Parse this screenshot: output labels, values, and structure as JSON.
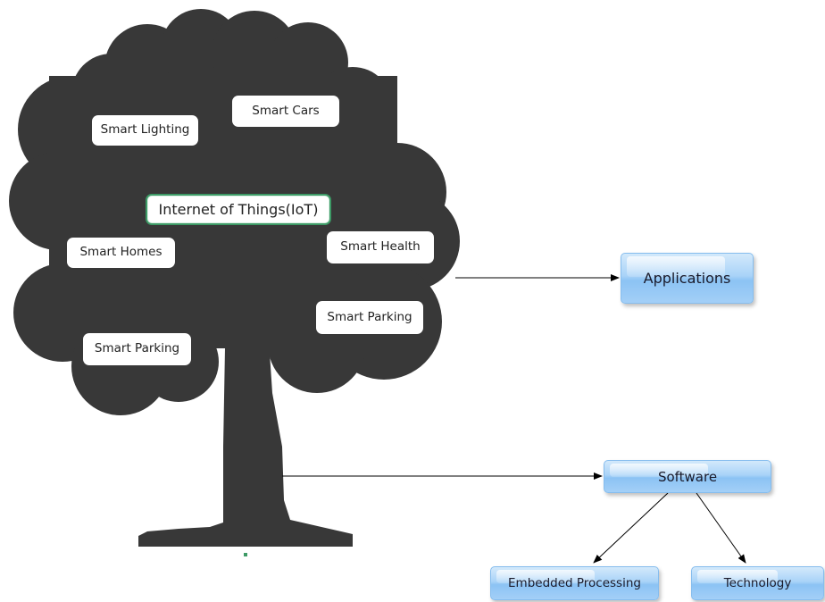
{
  "center_label": "Internet of Things(IoT)",
  "canopy_labels": [
    "Smart Lighting",
    "Smart Cars",
    "Smart Homes",
    "Smart Health",
    "Smart Parking",
    "Smart Parking"
  ],
  "nodes": {
    "applications": "Applications",
    "software": "Software",
    "embedded": "Embedded Processing",
    "technology": "Technology"
  },
  "colors": {
    "tree": "#383838",
    "node_fill": "#a9d3f8",
    "node_border": "#86bdee",
    "center_border": "#3d9a66",
    "arrow": "#000000"
  }
}
